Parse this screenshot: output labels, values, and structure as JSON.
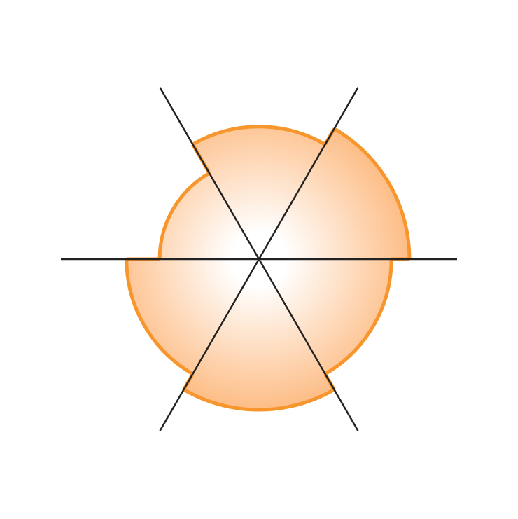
{
  "chart_data": {
    "type": "polar-sector-diagram",
    "description_text": "",
    "sector_count": 6,
    "sector_span_deg": 60,
    "sector_relative_radii": [
      1.0,
      0.88,
      0.66,
      0.88,
      1.0,
      0.88
    ],
    "axes": {
      "line_count": 3,
      "directions_deg": [
        0,
        60,
        120
      ]
    },
    "colors": {
      "fill_outer": "#fdbd86",
      "fill_inner": "#ffffff",
      "outline": "#f8962e",
      "axis": "#222222",
      "background": "#ffffff"
    }
  }
}
